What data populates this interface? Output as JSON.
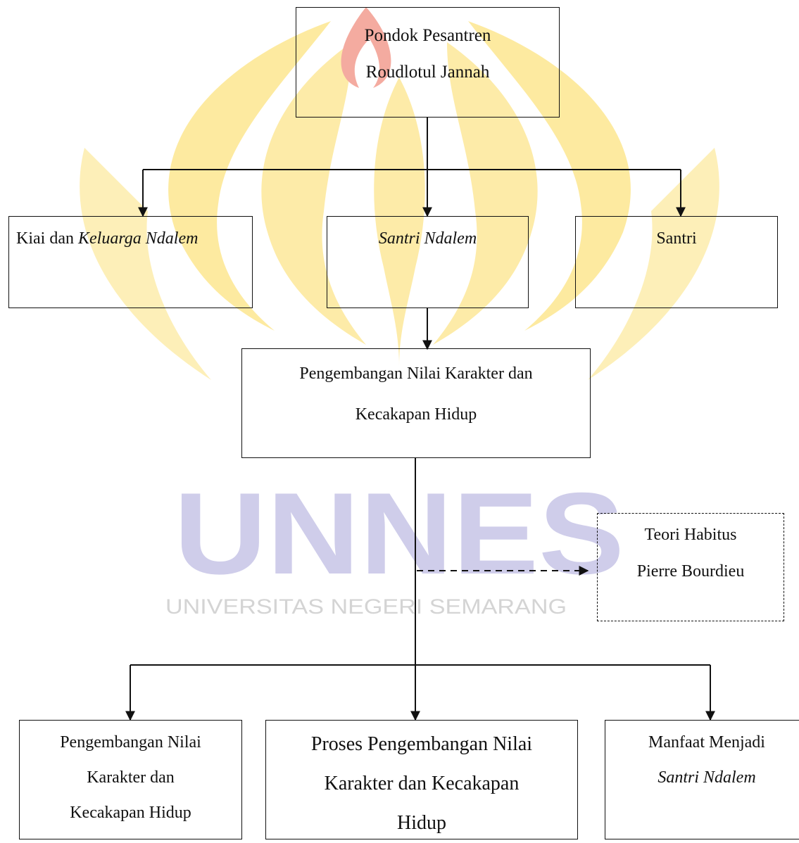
{
  "watermark": {
    "logo_name": "UNNES",
    "university": "UNIVERSITAS NEGERI SEMARANG",
    "colors": {
      "flame_yellow": "#fde99a",
      "flame_red": "#f4a9a0",
      "logo_blue": "#c9c7e3",
      "text_gray": "#d4d4d4"
    }
  },
  "nodes": {
    "root": {
      "line1": "Pondok Pesantren",
      "line2": "Roudlotul Jannah"
    },
    "kiai": {
      "prefix": "Kiai dan ",
      "italic": "Keluarga Ndalem"
    },
    "santri_ndalem": {
      "italic": "Santri Ndalem"
    },
    "santri": {
      "label": "Santri"
    },
    "center": {
      "line1": "Pengembangan Nilai Karakter dan",
      "line2": "Kecakapan Hidup"
    },
    "theory": {
      "line1": "Teori Habitus",
      "line2": "Pierre Bourdieu"
    },
    "out1": {
      "line1": "Pengembangan Nilai",
      "line2": "Karakter dan",
      "line3": "Kecakapan Hidup"
    },
    "out2": {
      "line1": "Proses Pengembangan Nilai",
      "line2": "Karakter dan Kecakapan",
      "line3": "Hidup"
    },
    "out3": {
      "line1": "Manfaat Menjadi",
      "italic": "Santri Ndalem"
    }
  },
  "colors": {
    "line": "#111111",
    "background": "#ffffff"
  }
}
